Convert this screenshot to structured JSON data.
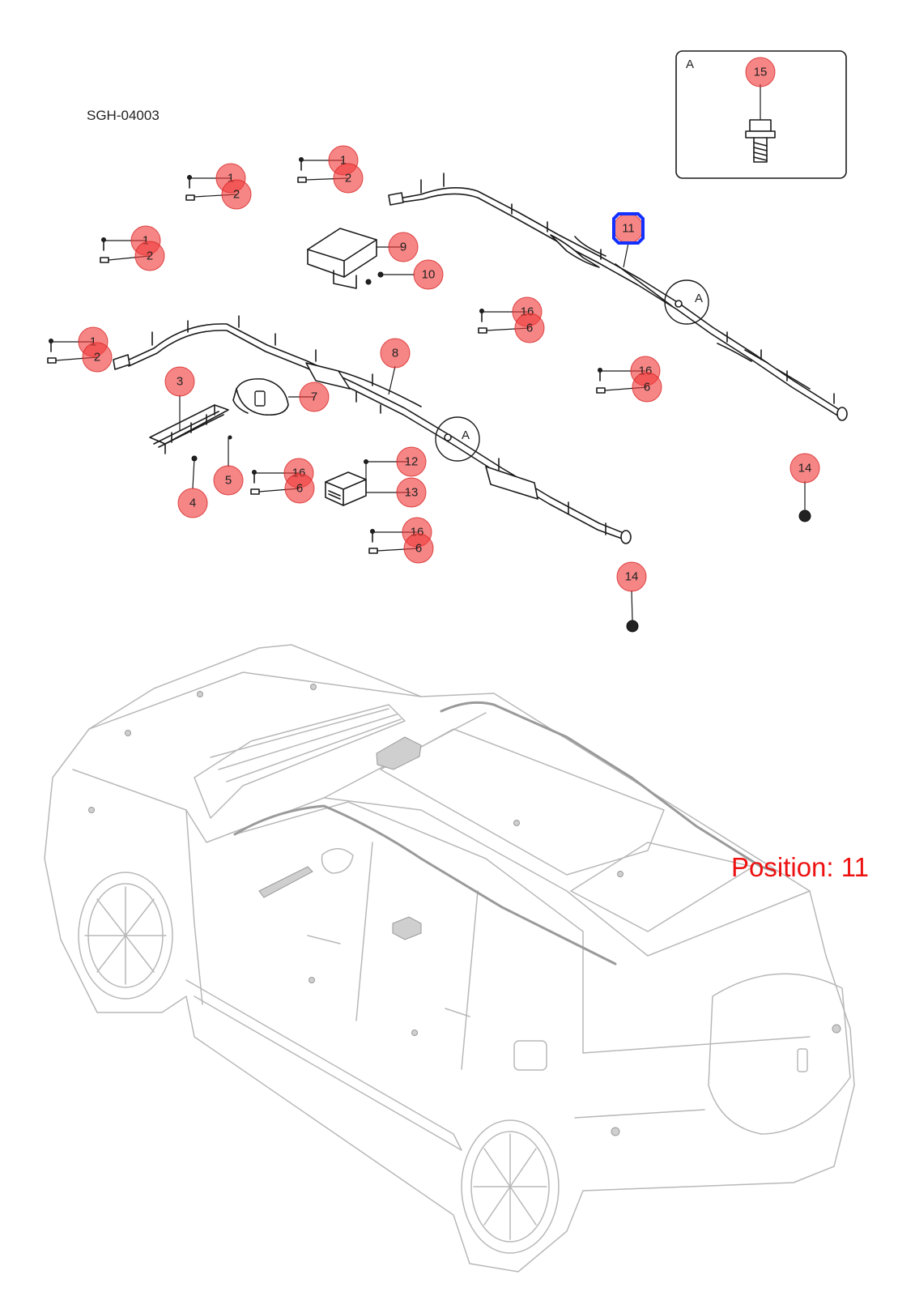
{
  "diagram_code": "SGH-04003",
  "detail_view": {
    "label": "A",
    "part_number": "15"
  },
  "section_markers": {
    "label": "A"
  },
  "selected_position": {
    "text": "Position: 11",
    "number": "11",
    "highlight_color": "#1430ff"
  },
  "callout_color": "#f03c3c",
  "callouts": {
    "c01a": "1",
    "c02a": "2",
    "c01b": "1",
    "c02b": "2",
    "c01c": "1",
    "c02c": "2",
    "c01d": "1",
    "c02d": "2",
    "c03": "3",
    "c04": "4",
    "c05": "5",
    "c06a": "6",
    "c16a": "16",
    "c06b": "6",
    "c16b": "16",
    "c06c": "6",
    "c16c": "16",
    "c06d": "6",
    "c16d": "16",
    "c07": "7",
    "c08": "8",
    "c09": "9",
    "c10": "10",
    "c11": "11",
    "c12": "12",
    "c13": "13",
    "c14a": "14",
    "c14b": "14"
  }
}
